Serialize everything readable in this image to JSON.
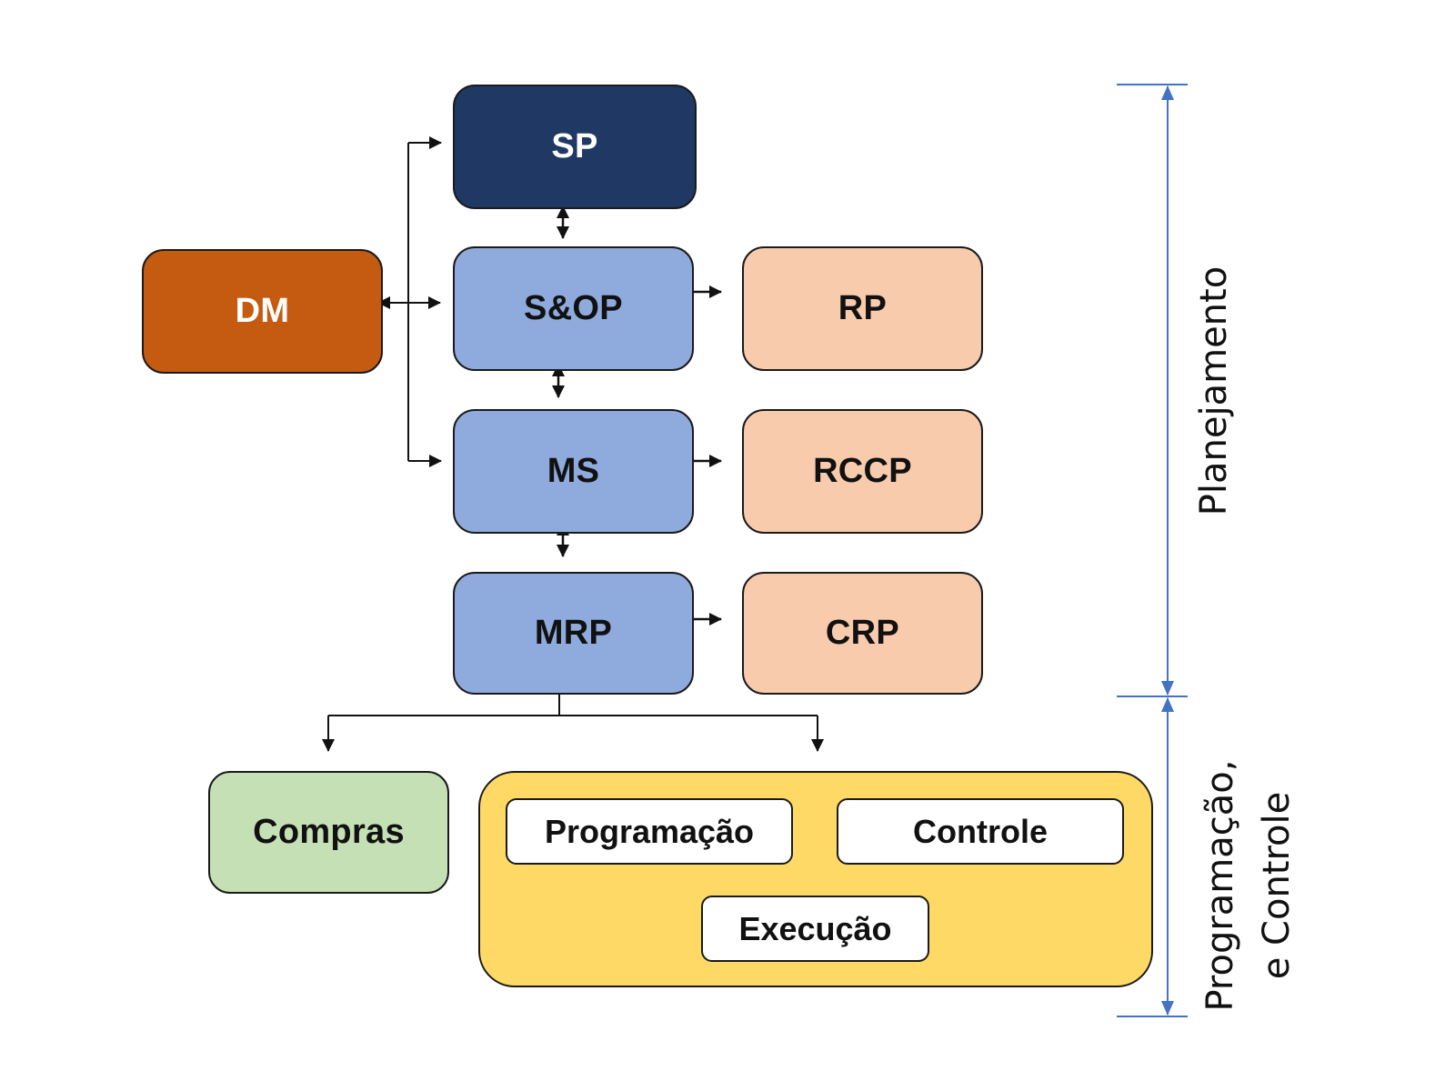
{
  "colors": {
    "sp": "#203864",
    "dm": "#c55a11",
    "planning_blue": "#8faadc",
    "capacity_peach": "#f8cbad",
    "compras_green": "#c5e0b4",
    "execution_yellow": "#ffd966",
    "dimension_line": "#4472c4",
    "text_dark": "#111111",
    "text_light": "#ffffff"
  },
  "nodes": {
    "sp": "SP",
    "dm": "DM",
    "sop": "S&OP",
    "rp": "RP",
    "ms": "MS",
    "rccp": "RCCP",
    "mrp": "MRP",
    "crp": "CRP",
    "compras": "Compras",
    "programacao": "Programação",
    "controle": "Controle",
    "execucao": "Execução"
  },
  "side_labels": {
    "planejamento": "Planejamento",
    "programacao_controle_line1": "Programação,",
    "programacao_controle_line2": "e Controle"
  },
  "connections": [
    {
      "from": "DM",
      "to": "S&OP",
      "type": "bidirectional"
    },
    {
      "from": "DM",
      "to": "SP",
      "type": "directed"
    },
    {
      "from": "DM",
      "to": "MS",
      "type": "directed"
    },
    {
      "from": "SP",
      "to": "S&OP",
      "type": "bidirectional"
    },
    {
      "from": "S&OP",
      "to": "MS",
      "type": "bidirectional"
    },
    {
      "from": "MS",
      "to": "MRP",
      "type": "bidirectional"
    },
    {
      "from": "S&OP",
      "to": "RP",
      "type": "bidirectional"
    },
    {
      "from": "MS",
      "to": "RCCP",
      "type": "bidirectional"
    },
    {
      "from": "MRP",
      "to": "CRP",
      "type": "bidirectional"
    },
    {
      "from": "Compras/Execução",
      "to": "MRP",
      "type": "directed"
    },
    {
      "from": "MRP",
      "to": "Compras",
      "type": "directed"
    },
    {
      "from": "MRP",
      "to": "Programação e Controle",
      "type": "directed"
    },
    {
      "from": "Programação",
      "to": "Controle",
      "type": "bidirectional"
    },
    {
      "from": "Programação",
      "to": "Execução",
      "type": "bidirectional"
    },
    {
      "from": "Controle",
      "to": "Execução",
      "type": "bidirectional"
    }
  ]
}
